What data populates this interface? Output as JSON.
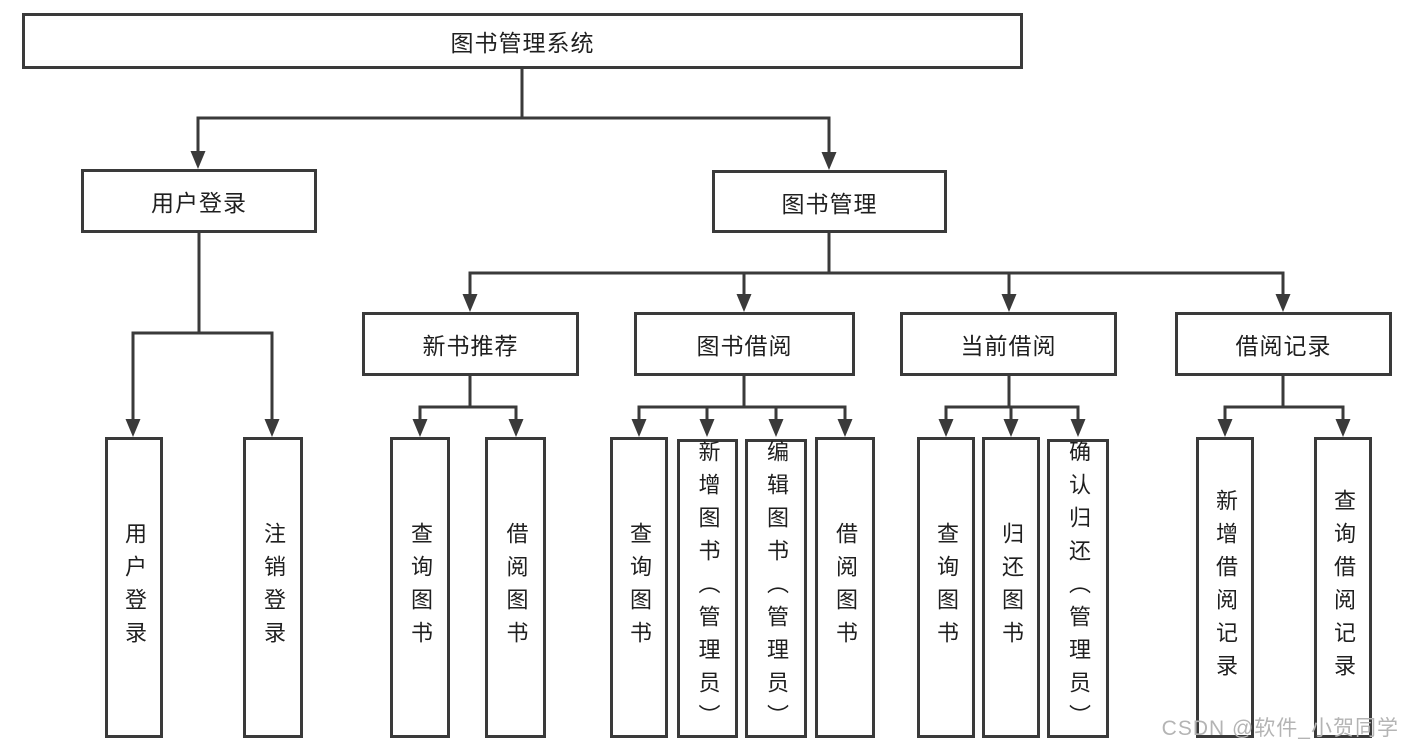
{
  "diagram": {
    "root": "图书管理系统",
    "login": {
      "label": "用户登录",
      "children": [
        "用户登录",
        "注销登录"
      ]
    },
    "management": {
      "label": "图书管理",
      "groups": [
        {
          "label": "新书推荐",
          "children": [
            "查询图书",
            "借阅图书"
          ]
        },
        {
          "label": "图书借阅",
          "children": [
            "查询图书",
            "新增图书（管理员）",
            "编辑图书（管理员）",
            "借阅图书"
          ]
        },
        {
          "label": "当前借阅",
          "children": [
            "查询图书",
            "归还图书",
            "确认归还（管理员）"
          ]
        },
        {
          "label": "借阅记录",
          "children": [
            "新增借阅记录",
            "查询借阅记录"
          ]
        }
      ]
    },
    "watermark": "CSDN @软件_小贺同学",
    "colors": {
      "line": "#3a3a3a",
      "text": "#1f1f1f",
      "watermark": "#b4b4b4",
      "background": "#ffffff"
    }
  }
}
